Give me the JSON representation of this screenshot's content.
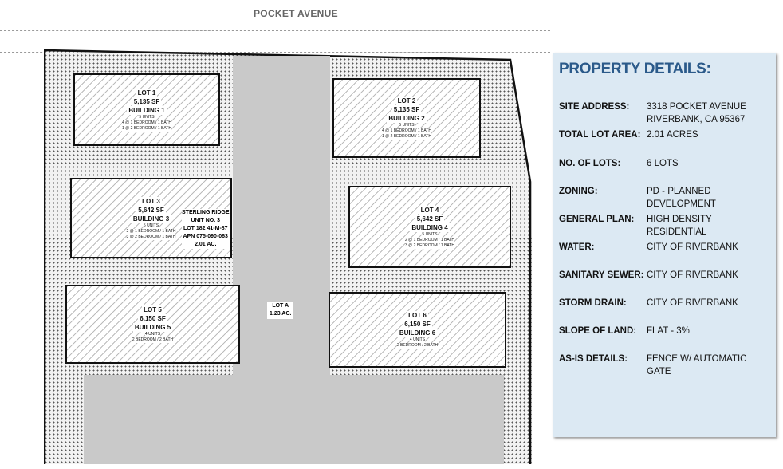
{
  "map": {
    "street": "POCKET AVENUE",
    "lots": [
      {
        "name": "LOT 1",
        "area": "5,135 SF",
        "building": "BUILDING 1",
        "units": "5 UNITS",
        "mix": [
          "4 @ 1 BEDROOM / 1 BATH",
          "1 @ 2 BEDROOM / 1 BATH"
        ]
      },
      {
        "name": "LOT 2",
        "area": "5,135 SF",
        "building": "BUILDING 2",
        "units": "5 UNITS",
        "mix": [
          "4 @ 1 BEDROOM / 1 BATH",
          "1 @ 2 BEDROOM / 1 BATH"
        ]
      },
      {
        "name": "LOT 3",
        "area": "5,642 SF",
        "building": "BUILDING 3",
        "units": "5 UNITS",
        "mix": [
          "2 @ 1 BEDROOM / 1 BATH",
          "3 @ 2 BEDROOM / 1 BATH"
        ]
      },
      {
        "name": "LOT 4",
        "area": "5,642 SF",
        "building": "BUILDING 4",
        "units": "5 UNITS",
        "mix": [
          "2 @ 1 BEDROOM / 1 BATH",
          "3 @ 2 BEDROOM / 1 BATH"
        ]
      },
      {
        "name": "LOT 5",
        "area": "6,150 SF",
        "building": "BUILDING 5",
        "units": "4 UNITS",
        "mix": [
          "2 BEDROOM / 2 BATH"
        ]
      },
      {
        "name": "LOT 6",
        "area": "6,150 SF",
        "building": "BUILDING 6",
        "units": "4 UNITS",
        "mix": [
          "2 BEDROOM / 2 BATH"
        ]
      }
    ],
    "parcel_note": [
      "STERLING RIDGE",
      "UNIT NO. 3",
      "LOT 182 41-M-87",
      "APN 075-090-063",
      "2.01 AC."
    ],
    "common_lot": {
      "name": "LOT A",
      "area": "1.23 AC."
    }
  },
  "panel": {
    "title": "PROPERTY DETAILS:",
    "rows": [
      {
        "label": "SITE ADDRESS:",
        "value": "3318 POCKET AVENUE",
        "value2": "RIVERBANK, CA 95367"
      },
      {
        "label": "TOTAL LOT AREA:",
        "value": "2.01 ACRES"
      },
      {
        "label": "NO. OF LOTS:",
        "value": "6 LOTS"
      },
      {
        "label": "ZONING:",
        "value": "PD - PLANNED DEVELOPMENT"
      },
      {
        "label": "GENERAL PLAN:",
        "value": "HIGH DENSITY RESIDENTIAL"
      },
      {
        "label": "WATER:",
        "value": "CITY OF RIVERBANK"
      },
      {
        "label": "SANITARY SEWER:",
        "value": "CITY OF RIVERBANK"
      },
      {
        "label": "STORM DRAIN:",
        "value": "CITY OF RIVERBANK"
      },
      {
        "label": "SLOPE OF LAND:",
        "value": "FLAT - 3%"
      },
      {
        "label": "AS-IS DETAILS:",
        "value": "FENCE W/ AUTOMATIC GATE"
      }
    ],
    "colors": {
      "background": "#dce9f3",
      "title": "#2b5a8a"
    }
  }
}
